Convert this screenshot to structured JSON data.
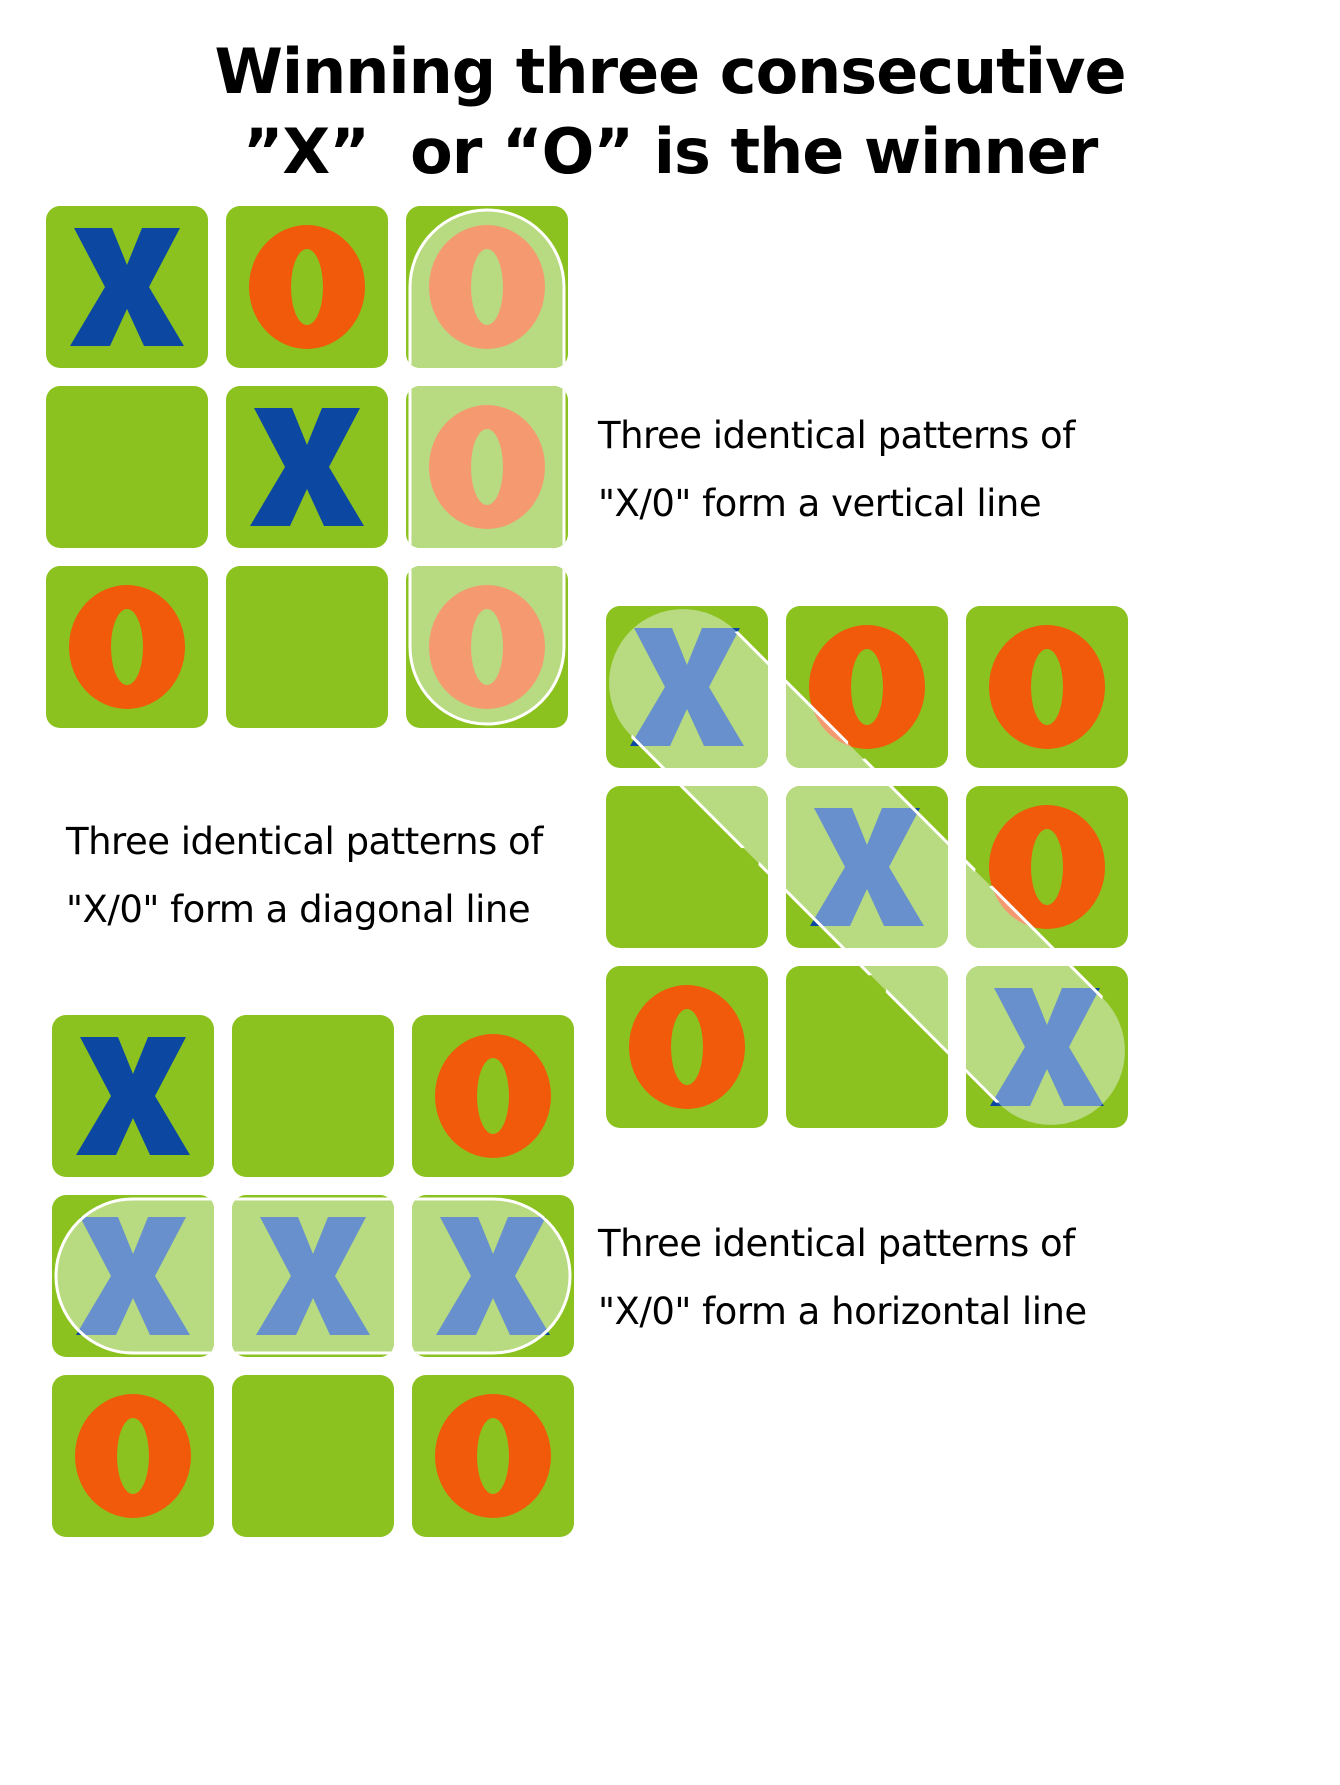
{
  "title": {
    "line1": "Winning three consecutive",
    "line2": "”X”  or “O” is the winner"
  },
  "colors": {
    "tile_green": "#8CC21F",
    "highlight_green": "#B8DA80",
    "x_blue": "#0C47A1",
    "x_blue_highlight": "#6790CC",
    "o_orange": "#F05A0A",
    "o_orange_highlight": "#F59A70",
    "outline_white": "#FFFFFF"
  },
  "boards": [
    {
      "id": "vertical",
      "cells": [
        [
          "X",
          "O",
          "O"
        ],
        [
          "",
          "X",
          "O"
        ],
        [
          "O",
          "",
          "O"
        ]
      ],
      "winning_line": "vertical",
      "winning_cells": [
        [
          0,
          2
        ],
        [
          1,
          2
        ],
        [
          2,
          2
        ]
      ],
      "caption": {
        "line1": "Three identical patterns of",
        "line2": "\"X/0\" form a vertical line"
      }
    },
    {
      "id": "diagonal",
      "cells": [
        [
          "X",
          "O",
          "O"
        ],
        [
          "",
          "X",
          "O"
        ],
        [
          "O",
          "",
          "X"
        ]
      ],
      "winning_line": "diagonal",
      "winning_cells": [
        [
          0,
          0
        ],
        [
          1,
          1
        ],
        [
          2,
          2
        ]
      ],
      "caption": {
        "line1": "Three identical patterns of",
        "line2": "\"X/0\" form a diagonal line"
      }
    },
    {
      "id": "horizontal",
      "cells": [
        [
          "X",
          "",
          "O"
        ],
        [
          "X",
          "X",
          "X"
        ],
        [
          "O",
          "",
          "O"
        ]
      ],
      "winning_line": "horizontal",
      "winning_cells": [
        [
          1,
          0
        ],
        [
          1,
          1
        ],
        [
          1,
          2
        ]
      ],
      "caption": {
        "line1": "Three identical patterns of",
        "line2": "\"X/0\" form a horizontal line"
      }
    }
  ]
}
